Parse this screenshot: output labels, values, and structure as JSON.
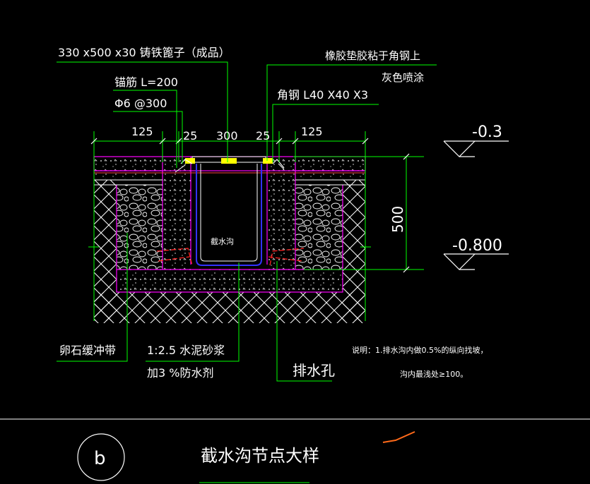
{
  "labels": {
    "grate": "330 x500 x30 铸铁篦子（成品）",
    "rebar_len": "锚筋 L=200",
    "rebar_spec": "Φ6 @300",
    "rubber_pad": "橡胶垫胶粘于角钢上",
    "paint": "灰色喷涂",
    "angle_steel": "角钢 L40 X40 X3",
    "gravel_buffer": "卵石缓冲带",
    "mortar_ratio": "1:2.5 水泥砂浆",
    "waterproof": "加3 %防水剂",
    "drain_hole": "排水孔",
    "channel_inside": "截水沟",
    "note_line1": "说明：1.排水沟内做0.5%的纵向找坡，",
    "note_line2": "沟内最浅处≥100。"
  },
  "dimensions": {
    "d125_left": "125",
    "d25_left": "25",
    "d300": "300",
    "d25_right": "25",
    "d125_right": "125",
    "depth": "500"
  },
  "elevations": {
    "top": "-0.3",
    "bottom": "-0.800"
  },
  "title": {
    "index": "b",
    "text": "截水沟节点大样"
  },
  "colors": {
    "background": "#000000",
    "leader": "#00ff00",
    "text": "#ffffff",
    "outline": "#ff00ff",
    "channel": "#0000ff",
    "pipe": "#ff0000",
    "grate": "#ffff00",
    "dim_line": "#00ff00",
    "hatch": "#ffffff",
    "accent": "#ff6a1a"
  }
}
